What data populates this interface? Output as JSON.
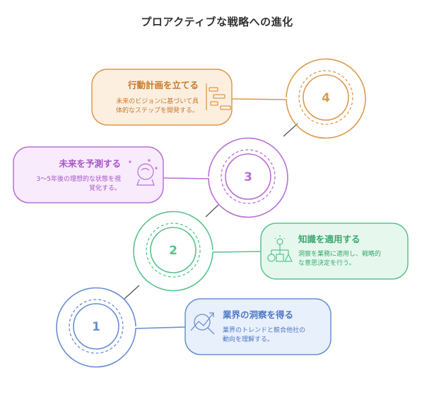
{
  "title": "プロアクティブな戦略への進化",
  "colors": {
    "step1": "#6a8fd2",
    "step1_fill": "#e8f0fc",
    "step2": "#58c48c",
    "step2_fill": "#e6f8ee",
    "step3": "#b970d6",
    "step3_fill": "#f7ebfc",
    "step4": "#dd9a4c",
    "step4_fill": "#fcefe0",
    "title_text": "#333333",
    "connector": "#555555"
  },
  "steps": [
    {
      "number": "1",
      "heading": "業界の洞察を得る",
      "desc_lines": [
        "業界のトレンドと競合他社の",
        "動向を理解する。"
      ],
      "icon": "trend-magnifier-icon"
    },
    {
      "number": "2",
      "heading": "知識を適用する",
      "desc_lines": [
        "洞察を業務に適用し、戦略的",
        "な意思決定を行う。"
      ],
      "icon": "decision-tree-icon"
    },
    {
      "number": "3",
      "heading": "未来を予測する",
      "desc_lines": [
        "3〜5年後の理想的な状態を視",
        "覚化する。"
      ],
      "icon": "crystal-ball-icon"
    },
    {
      "number": "4",
      "heading": "行動計画を立てる",
      "desc_lines": [
        "未来のビジョンに基づいて具",
        "体的なステップを開発する。"
      ],
      "icon": "gantt-chart-icon"
    }
  ]
}
